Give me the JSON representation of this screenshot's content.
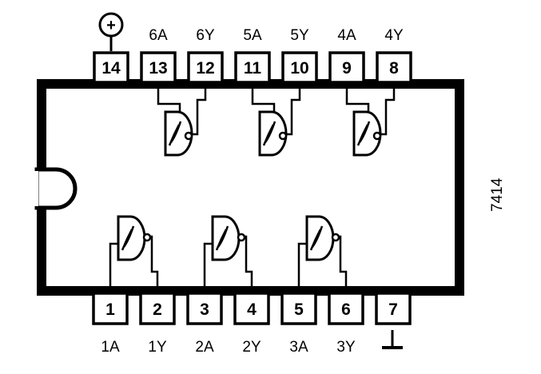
{
  "part_number": "7414",
  "power_symbol": "+",
  "top_pins": [
    {
      "number": "14",
      "label": ""
    },
    {
      "number": "13",
      "label": "6A"
    },
    {
      "number": "12",
      "label": "6Y"
    },
    {
      "number": "11",
      "label": "5A"
    },
    {
      "number": "10",
      "label": "5Y"
    },
    {
      "number": "9",
      "label": "4A"
    },
    {
      "number": "8",
      "label": "4Y"
    }
  ],
  "bottom_pins": [
    {
      "number": "1",
      "label": "1A"
    },
    {
      "number": "2",
      "label": "1Y"
    },
    {
      "number": "3",
      "label": "2A"
    },
    {
      "number": "4",
      "label": "2Y"
    },
    {
      "number": "5",
      "label": "3A"
    },
    {
      "number": "6",
      "label": "3Y"
    },
    {
      "number": "7",
      "label": ""
    }
  ],
  "gates": [
    {
      "name": "gate-1",
      "input_pin": "1",
      "output_pin": "2"
    },
    {
      "name": "gate-2",
      "input_pin": "3",
      "output_pin": "4"
    },
    {
      "name": "gate-3",
      "input_pin": "5",
      "output_pin": "6"
    },
    {
      "name": "gate-4",
      "input_pin": "9",
      "output_pin": "8"
    },
    {
      "name": "gate-5",
      "input_pin": "11",
      "output_pin": "10"
    },
    {
      "name": "gate-6",
      "input_pin": "13",
      "output_pin": "12"
    }
  ]
}
